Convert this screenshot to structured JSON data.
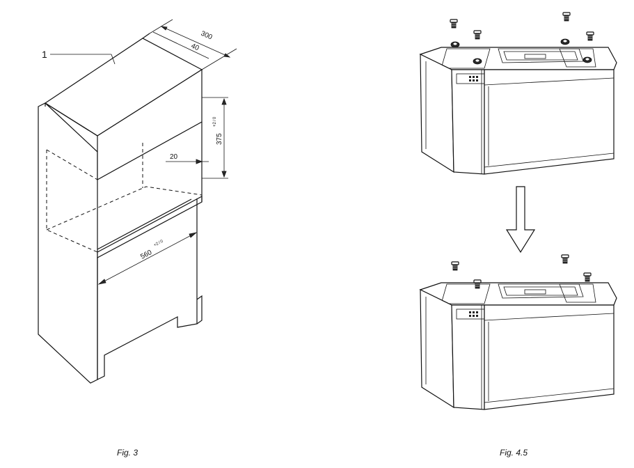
{
  "figures": {
    "left": {
      "caption": "Fig. 3",
      "callout_label": "1",
      "dims": {
        "depth_total": "300",
        "depth_small": "40",
        "gap": "20",
        "height": "375",
        "height_tol": "+2 / 0",
        "width": "560",
        "width_tol": "+2 / 0"
      }
    },
    "right": {
      "caption": "Fig. 4.5"
    }
  },
  "colors": {
    "ink": "#111111",
    "background": "#ffffff"
  },
  "icons": {
    "step_arrow": "down-arrow-icon",
    "feet": "adjustable-foot-icon"
  }
}
